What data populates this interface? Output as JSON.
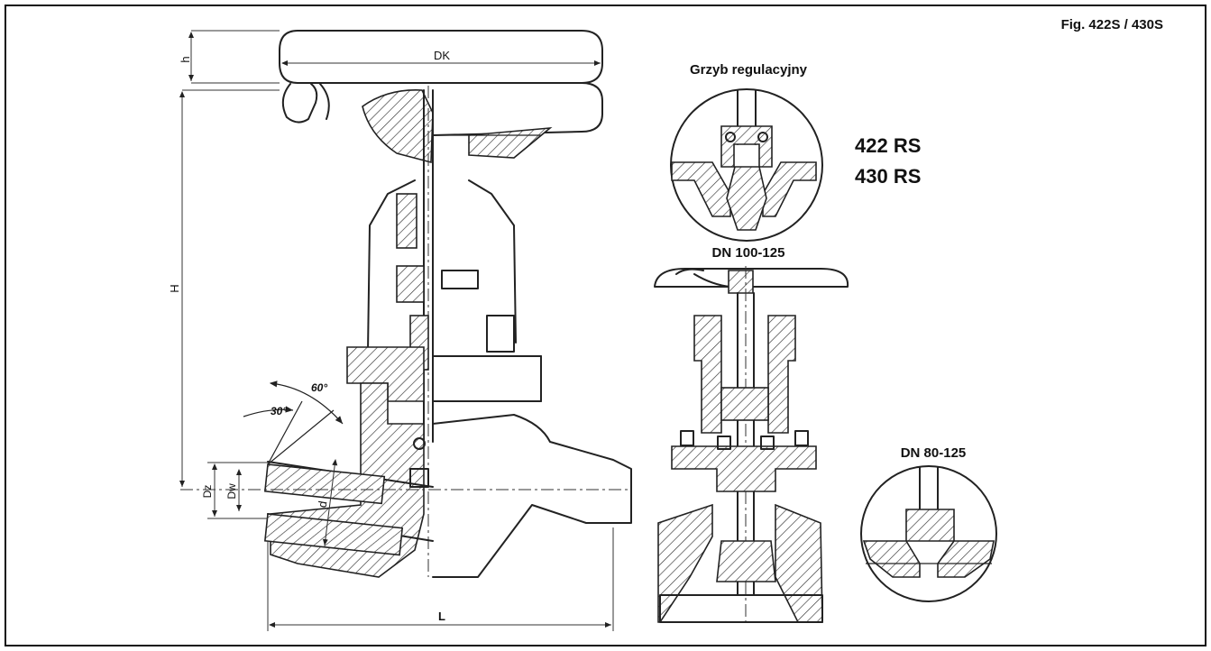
{
  "figure_label": "Fig. 422S / 430S",
  "detail_regulating": {
    "title": "Grzyb regulacyjny",
    "model_1": "422 RS",
    "model_2": "430 RS"
  },
  "detail_dn100": {
    "title": "DN 100-125"
  },
  "detail_dn80": {
    "title": "DN 80-125"
  },
  "dimensions": {
    "handwheel_height": "h",
    "handwheel_diameter": "DK",
    "total_height": "H",
    "outer_diameter": "Dz",
    "inner_diameter": "Dw",
    "wall": "d",
    "length": "L",
    "angle_60": "60°",
    "angle_30": "30°"
  }
}
